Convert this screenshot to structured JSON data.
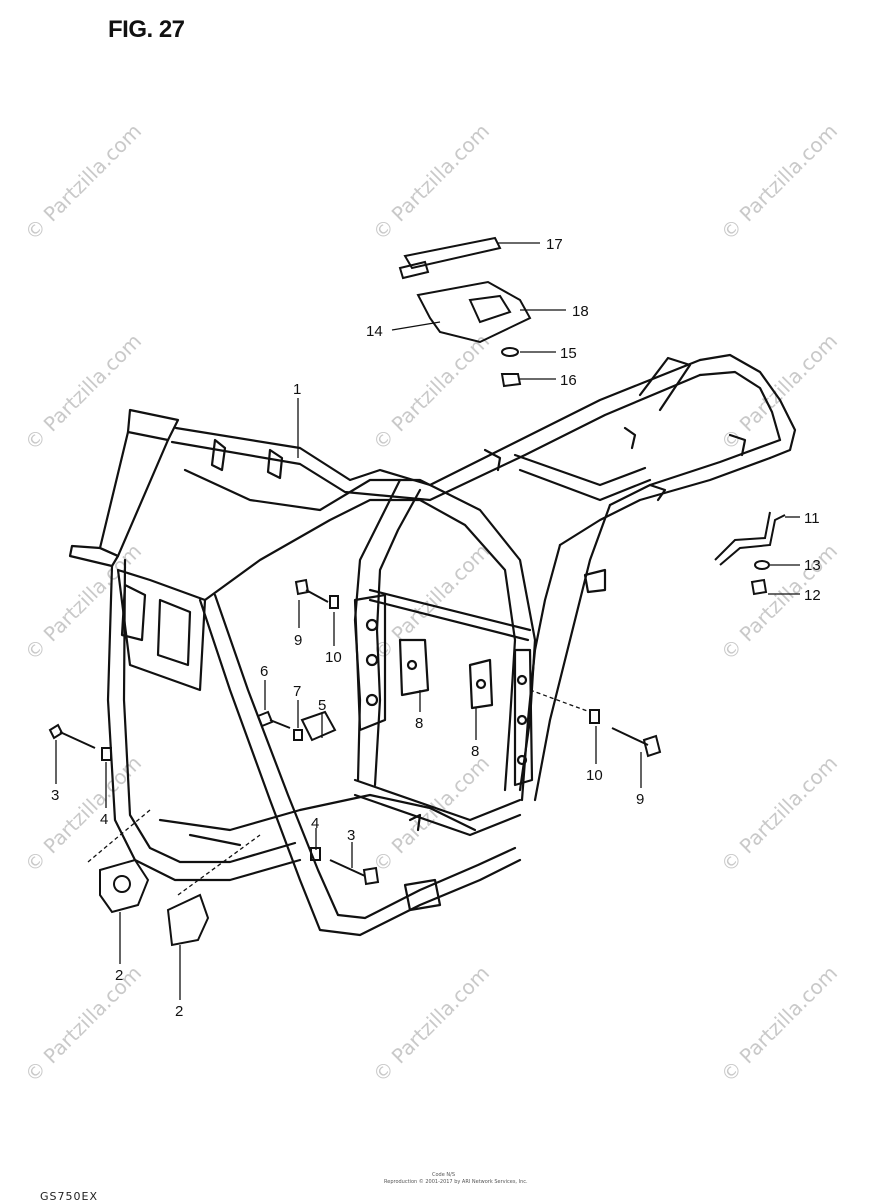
{
  "title": "FIG. 27",
  "watermark": "© Partzilla.com",
  "callouts": {
    "c1": "1",
    "c2a": "2",
    "c2b": "2",
    "c3a": "3",
    "c3b": "3",
    "c4a": "4",
    "c4b": "4",
    "c5": "5",
    "c6": "6",
    "c7": "7",
    "c8a": "8",
    "c8b": "8",
    "c9a": "9",
    "c9b": "9",
    "c10a": "10",
    "c10b": "10",
    "c11": "11",
    "c12": "12",
    "c13": "13",
    "c14": "14",
    "c15": "15",
    "c16": "16",
    "c17": "17",
    "c18": "18"
  },
  "footer": {
    "line1": "Code N/S",
    "line2": "Reproduction © 2001-2017 by ARI Network Services, Inc.",
    "model": "GS750EX"
  }
}
